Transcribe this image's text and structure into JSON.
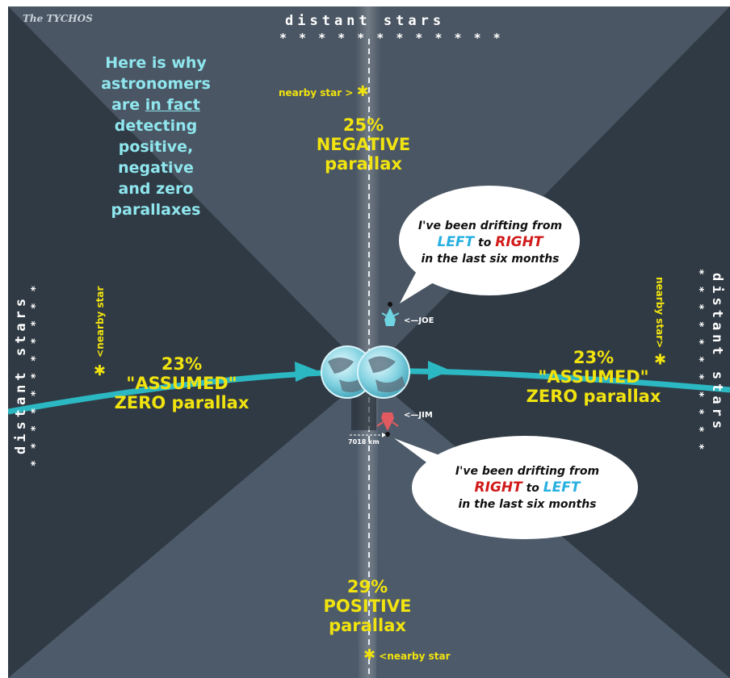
{
  "credit": "The TYCHOS",
  "distant_stars": {
    "top_label": "distant stars",
    "top_stars": "* * * * * * * * * * * *",
    "left_label": "distant stars",
    "left_stars_a": "* * * * * * * * * * *",
    "left_stars_b": "* * * * * * * * * *",
    "right_label": "distant stars",
    "right_stars_a": "* * * * * * * * * * *",
    "right_stars_b": "* * * * * * * * * *"
  },
  "nearby_star": {
    "top": "nearby star >",
    "left": "<nearby star",
    "right": "nearby star>",
    "bottom": "<nearby star",
    "star_glyph": "✱"
  },
  "intro": {
    "line1": "Here is why",
    "line2": "astronomers",
    "line3_prefix": "are ",
    "line3_underlined": "in fact",
    "line4": "detecting",
    "line5": "positive,",
    "line6": "negative",
    "line7": "and zero",
    "line8": "parallaxes"
  },
  "regions": {
    "top": {
      "percent": "25%",
      "line1": "NEGATIVE",
      "line2": "parallax"
    },
    "left": {
      "percent": "23%",
      "line1": "\"ASSUMED\"",
      "line2": "ZERO parallax"
    },
    "right": {
      "percent": "23%",
      "line1": "\"ASSUMED\"",
      "line2": "ZERO parallax"
    },
    "bottom": {
      "percent": "29%",
      "line1": "POSITIVE",
      "line2": "parallax"
    }
  },
  "bubble_joe": {
    "line1": "I've been drifting from",
    "left_word": "LEFT",
    "to_word": " to ",
    "right_word": "RIGHT",
    "line3": "in the last six months"
  },
  "bubble_jim": {
    "line1": "I've been drifting from",
    "right_word": "RIGHT",
    "to_word": " to ",
    "left_word": "LEFT",
    "line3": "in the last six months"
  },
  "observers": {
    "joe": "<—JOE",
    "jim": "<—JIM"
  },
  "distance": "7018 km",
  "colors": {
    "background": "#3a4550",
    "orbit": "#2bb8c2",
    "label_yellow": "#f1e30f",
    "intro_cyan": "#8fe6ee",
    "left_blue": "#26b0e0",
    "right_red": "#d11a1a"
  }
}
